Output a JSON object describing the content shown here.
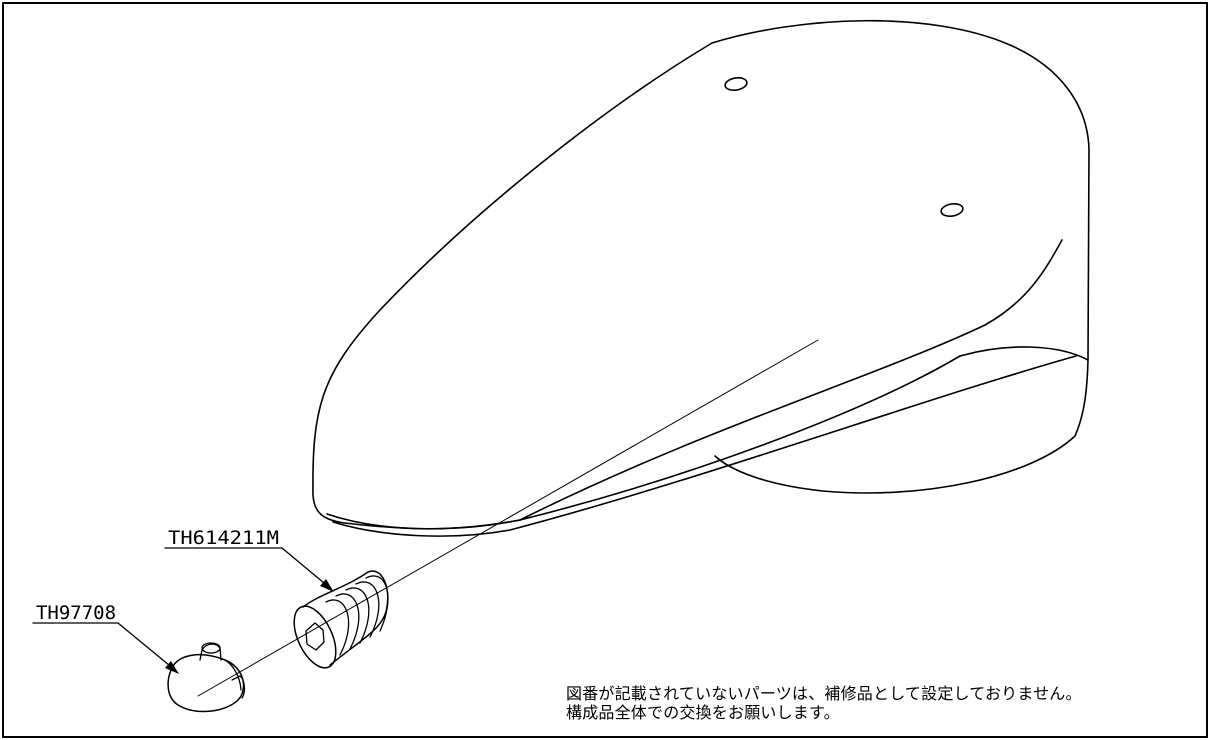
{
  "parts": [
    {
      "part_number": "TH614211M",
      "name": "threaded-insert"
    },
    {
      "part_number": "TH97708",
      "name": "cap-plug"
    }
  ],
  "notes": {
    "line1": "図番が記載されていないパーツは、補修品として設定しておりません。",
    "line2": "構成品全体での交換をお願いします。"
  },
  "colors": {
    "line": "#000000",
    "background": "#ffffff"
  }
}
